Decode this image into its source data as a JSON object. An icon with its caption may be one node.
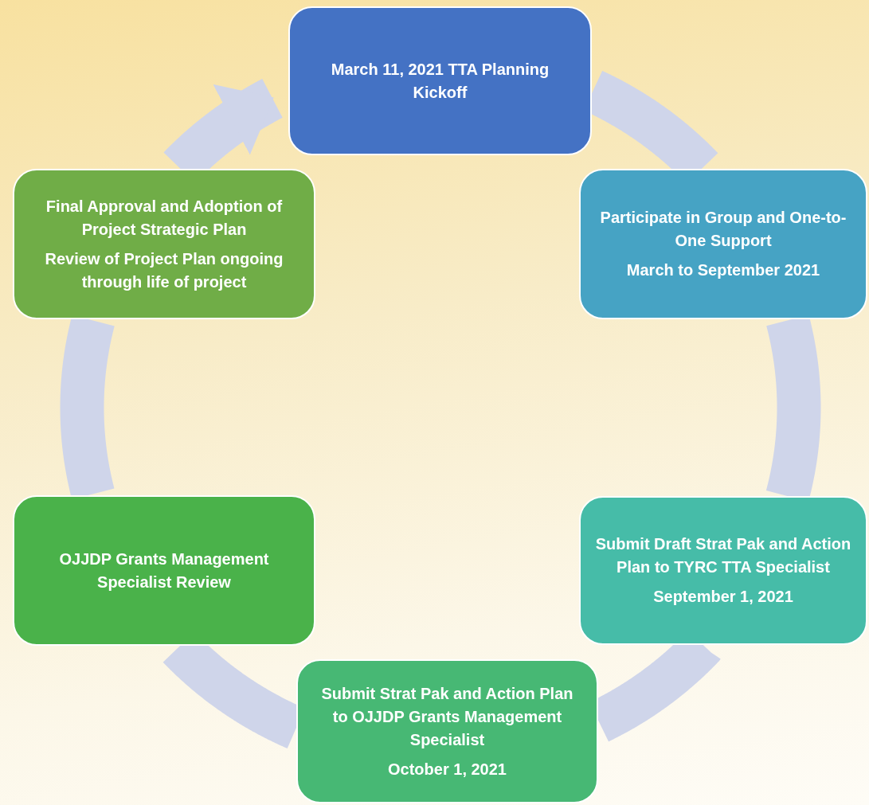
{
  "diagram": {
    "nodes": [
      {
        "text": [
          "March 11, 2021 TTA Planning Kickoff"
        ]
      },
      {
        "text": [
          "Participate in Group and One-to-One Support",
          "March to September 2021"
        ]
      },
      {
        "text": [
          "Submit Draft Strat Pak and Action Plan to TYRC TTA Specialist",
          "September 1, 2021"
        ]
      },
      {
        "text": [
          "Submit Strat Pak and Action Plan to OJJDP Grants Management Specialist",
          "October 1, 2021"
        ]
      },
      {
        "text": [
          "OJJDP Grants Management Specialist Review"
        ]
      },
      {
        "text": [
          "Final Approval and Adoption of Project Strategic Plan",
          "Review of Project Plan ongoing through life of project"
        ]
      }
    ],
    "edges": [
      {
        "from": 0,
        "to": 1,
        "arrow": "none"
      },
      {
        "from": 1,
        "to": 2,
        "arrow": "none"
      },
      {
        "from": 2,
        "to": 3,
        "arrow": "none"
      },
      {
        "from": 3,
        "to": 4,
        "arrow": "none"
      },
      {
        "from": 4,
        "to": 5,
        "arrow": "none"
      },
      {
        "from": 5,
        "to": 0,
        "arrow": "to"
      }
    ]
  }
}
